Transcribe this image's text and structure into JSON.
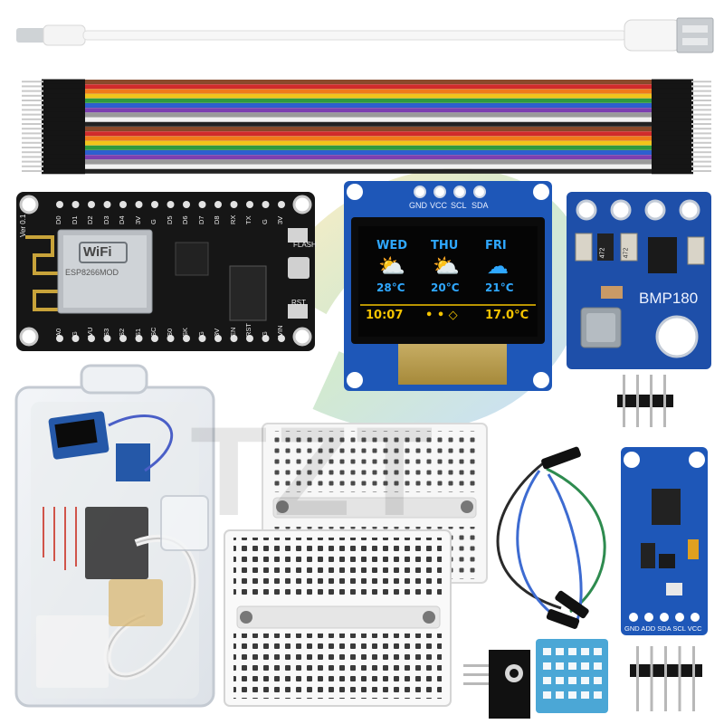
{
  "watermark": "TZT",
  "nodemcu": {
    "version": "Ver 0.1",
    "wifi_logo": "WiFi",
    "chip_model": "ESP8266MOD",
    "top_pins": [
      "D0",
      "D1",
      "D2",
      "D3",
      "D4",
      "3V",
      "G",
      "D5",
      "D6",
      "D7",
      "D8",
      "RX",
      "TX",
      "G",
      "3V"
    ],
    "bottom_pins": [
      "A0",
      "G",
      "VU",
      "S3",
      "S2",
      "S1",
      "SC",
      "S0",
      "SK",
      "G",
      "3V",
      "EN",
      "RST",
      "G",
      "VIN"
    ],
    "flash_label": "FLASH",
    "rst_label": "RST"
  },
  "oled": {
    "header_pins": [
      "GND",
      "VCC",
      "SCL",
      "SDA"
    ],
    "days": [
      {
        "day": "WED",
        "temp": "28°C",
        "icon": "cloud-sun-icon"
      },
      {
        "day": "THU",
        "temp": "20°C",
        "icon": "cloud-sun-icon"
      },
      {
        "day": "FRI",
        "temp": "21°C",
        "icon": "cloud-icon"
      }
    ],
    "time": "10:07",
    "status_temp": "17.0°C",
    "colors": {
      "yellow": "#f5c400",
      "blue": "#2fa8ff",
      "board": "#1e57b8"
    }
  },
  "bmp180": {
    "name": "BMP180",
    "resistor_labels": [
      "472",
      "472"
    ]
  },
  "gy30": {
    "pin_labels": "GND ADD SDA SCL VCC"
  }
}
